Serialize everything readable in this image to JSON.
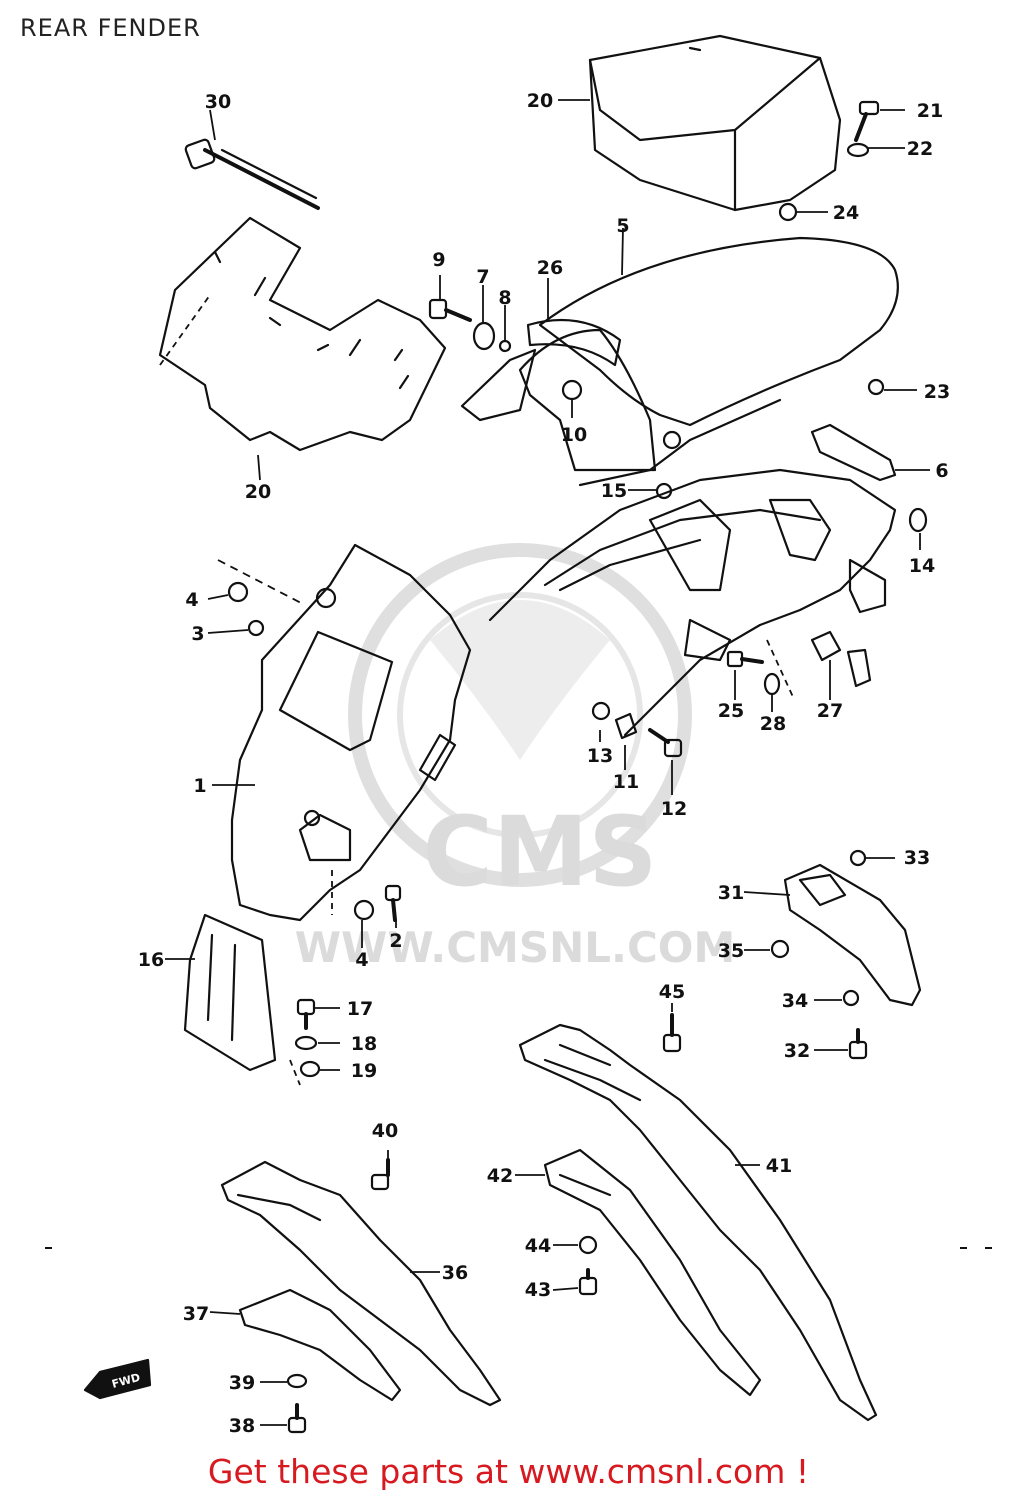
{
  "title": "REAR FENDER",
  "watermark": {
    "brand": "CMS",
    "url": "WWW.CMSNL.COM"
  },
  "footer": "Get these parts at www.cmsnl.com !",
  "part_numbers": [
    "1",
    "2",
    "3",
    "4",
    "4",
    "5",
    "6",
    "7",
    "8",
    "9",
    "10",
    "11",
    "12",
    "13",
    "14",
    "15",
    "16",
    "17",
    "18",
    "19",
    "20",
    "20",
    "21",
    "22",
    "23",
    "24",
    "25",
    "26",
    "27",
    "28",
    "30",
    "31",
    "32",
    "33",
    "34",
    "35",
    "36",
    "37",
    "38",
    "39",
    "40",
    "41",
    "42",
    "43",
    "44",
    "45"
  ],
  "direction_label": "FWD",
  "colors": {
    "line": "#111111",
    "watermark": "#d8d8d8",
    "footer": "#d71920"
  }
}
